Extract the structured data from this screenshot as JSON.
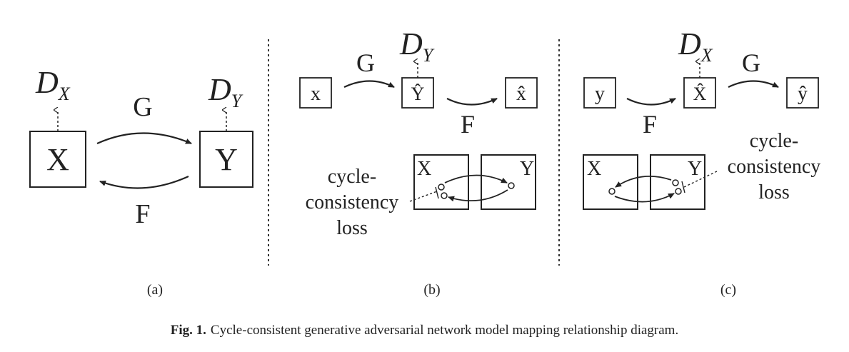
{
  "panel_a": {
    "node_x": "X",
    "node_y": "Y",
    "disc_x": "D",
    "disc_x_sub": "X",
    "disc_y": "D",
    "disc_y_sub": "Y",
    "arrow_g": "G",
    "arrow_f": "F",
    "label": "(a)"
  },
  "panel_b": {
    "input": "x",
    "mid": "Ŷ",
    "out": "x̂",
    "disc": "D",
    "disc_sub": "Y",
    "arrow_g": "G",
    "arrow_f": "F",
    "box_x": "X",
    "box_y": "Y",
    "loss_1": "cycle-",
    "loss_2": "consistency",
    "loss_3": "loss",
    "label": "(b)"
  },
  "panel_c": {
    "input": "y",
    "mid": "X̂",
    "out": "ŷ",
    "disc": "D",
    "disc_sub": "X",
    "arrow_g": "G",
    "arrow_f": "F",
    "box_x": "X",
    "box_y": "Y",
    "loss_1": "cycle-",
    "loss_2": "consistency",
    "loss_3": "loss",
    "label": "(c)"
  },
  "caption": {
    "prefix": "Fig. 1.",
    "text": "Cycle-consistent generative adversarial network model mapping relationship diagram."
  }
}
